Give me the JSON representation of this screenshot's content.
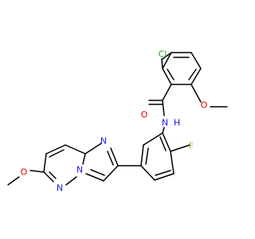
{
  "atoms": {
    "cl": "Cl",
    "o_carbonyl": "O",
    "o_methoxy_top": "O",
    "nh": "N",
    "h": "H",
    "f": "F",
    "n_imidazole": "N",
    "n_bridge": "N",
    "n_pyridazine": "N",
    "o_methoxy_left": "O"
  },
  "colors": {
    "bond": "#000000",
    "carbon_label": "#000000",
    "chlorine": "#1f9e1f",
    "oxygen": "#e60000",
    "nitrogen": "#1e1ee6",
    "fluorine": "#7fbf3f"
  }
}
